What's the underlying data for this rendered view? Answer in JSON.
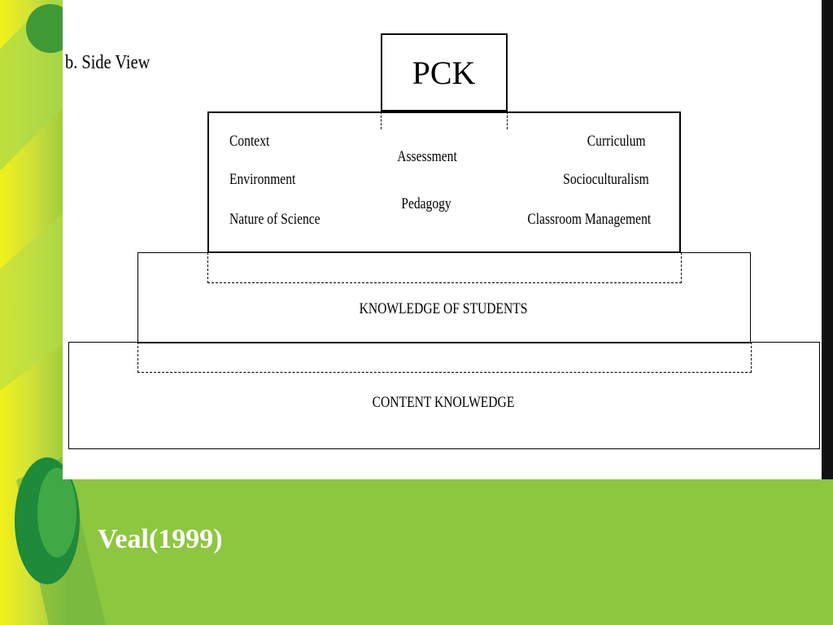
{
  "slide": {
    "colors": {
      "background": "#8dc63f",
      "panel": "#ffffff",
      "source_text": "#ffffff"
    },
    "view_label": "b. Side View",
    "source": "Veal(1999)"
  },
  "diagram": {
    "top": "PCK",
    "tier_1": {
      "left": [
        "Context",
        "Environment",
        "Nature of Science"
      ],
      "center": [
        "Assessment",
        "Pedagogy"
      ],
      "right": [
        "Curriculum",
        "Socioculturalism",
        "Classroom Management"
      ]
    },
    "tier_2": "KNOWLEDGE OF STUDENTS",
    "tier_3": "CONTENT KNOLWEDGE"
  }
}
